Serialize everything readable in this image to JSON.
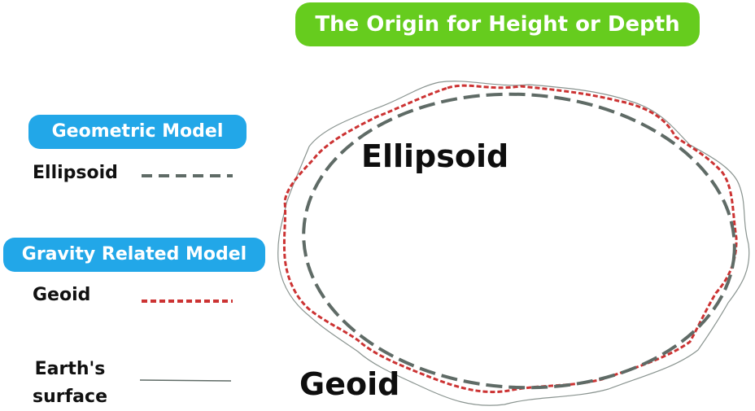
{
  "title": "The Origin for Height or Depth",
  "legend": {
    "geometric_header": "Geometric Model",
    "ellipsoid_label": "Ellipsoid",
    "gravity_header": "Gravity Related Model",
    "geoid_label": "Geoid",
    "earth_label": "Earth's\nsurface"
  },
  "diagram": {
    "ellipsoid_label": "Ellipsoid",
    "geoid_label": "Geoid"
  },
  "colors": {
    "title_bg": "#66cc1e",
    "header_bg": "#22a7e8",
    "ellipsoid_stroke": "#5f6b66",
    "geoid_stroke": "#cc3333",
    "earth_stroke": "#8a9490"
  }
}
